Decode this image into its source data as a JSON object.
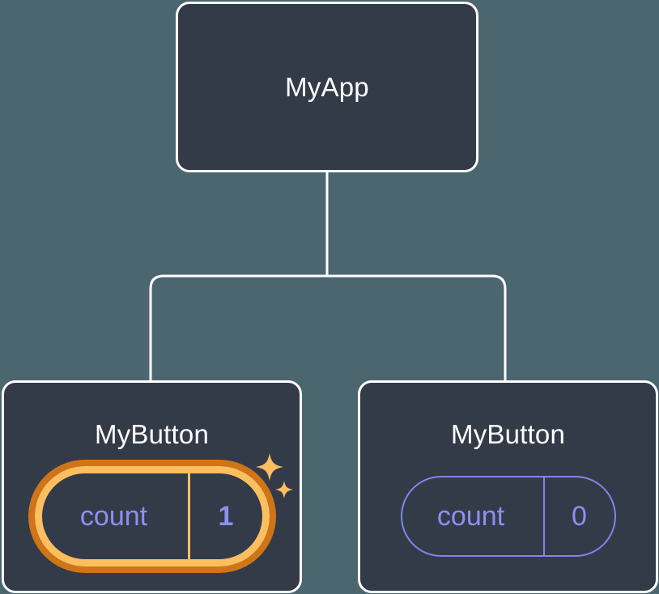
{
  "diagram": {
    "type": "component-tree",
    "background_color": "#4c6670",
    "node_fill": "#343b48",
    "node_border": "#ffffff",
    "edge_color": "#ffffff",
    "accent_state": "#8b90f2",
    "accent_highlight_inner": "#fbbf60",
    "accent_highlight_outer": "#cf7417",
    "root": {
      "label": "MyApp"
    },
    "children": [
      {
        "label": "MyButton",
        "highlighted": true,
        "state": {
          "key": "count",
          "value": "1"
        },
        "sparkle_icons": [
          "sparkle-large-icon",
          "sparkle-small-icon"
        ]
      },
      {
        "label": "MyButton",
        "highlighted": false,
        "state": {
          "key": "count",
          "value": "0"
        }
      }
    ]
  }
}
